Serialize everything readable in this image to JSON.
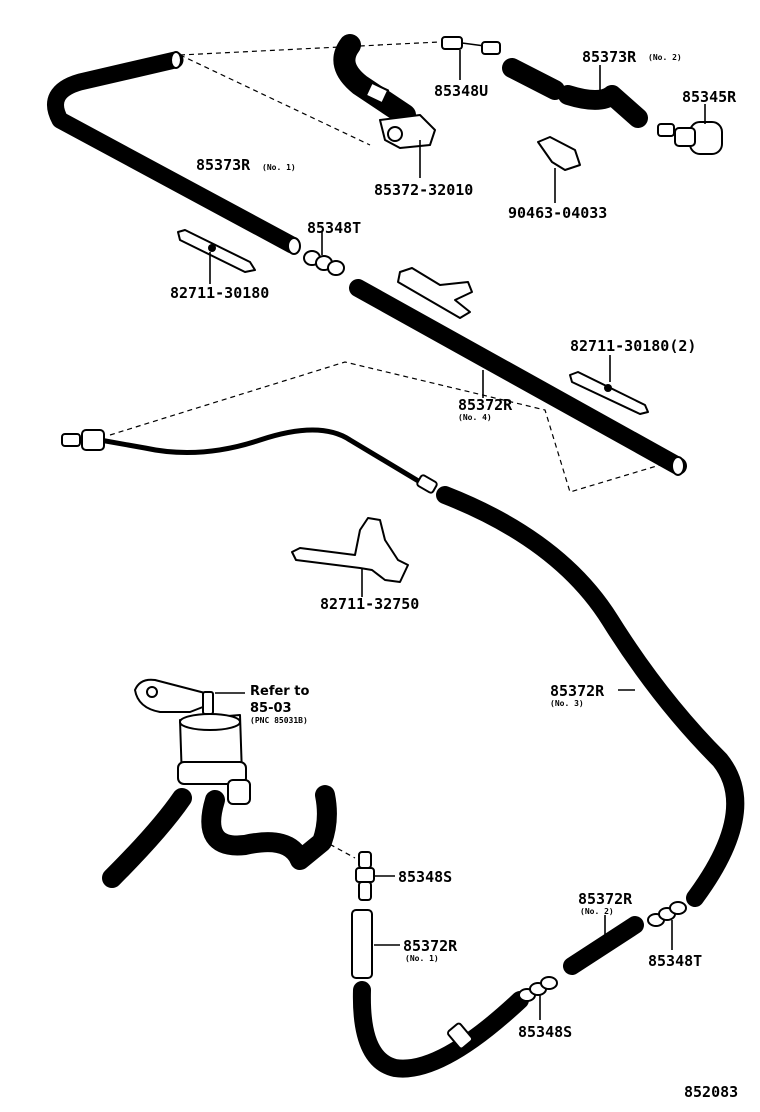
{
  "labels": {
    "p85373r_no1": "85373R",
    "p85373r_no1_sub": "(No. 1)",
    "p85372_32010": "85372-32010",
    "p85348u": "85348U",
    "p85373r_no2": "85373R",
    "p85373r_no2_sub": "(No. 2)",
    "p85345r": "85345R",
    "p90463_04033": "90463-04033",
    "p85348t_top": "85348T",
    "p82711_30180_a": "82711-30180",
    "p82711_30180_b": "82711-30180(2)",
    "p85372r_no4": "85372R",
    "p85372r_no4_sub": "(No. 4)",
    "p82711_32750": "82711-32750",
    "refer_to": "Refer to",
    "ref_page": "85-03",
    "ref_pnc": "(PNC 85031B)",
    "p85372r_no3": "85372R",
    "p85372r_no3_sub": "(No. 3)",
    "p85348s_mid": "85348S",
    "p85372r_no1": "85372R",
    "p85372r_no1_sub": "(No. 1)",
    "p85372r_no2": "85372R",
    "p85372r_no2_sub": "(No. 2)",
    "p85348t_bottom": "85348T",
    "p85348s_bottom": "85348S",
    "drawing_number": "852083"
  }
}
